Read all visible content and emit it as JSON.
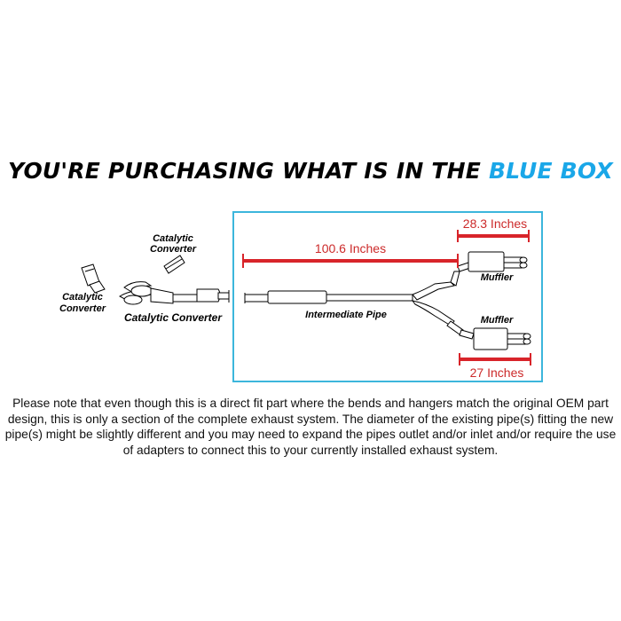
{
  "headline": {
    "prefix": "YOU'RE PURCHASING WHAT IS IN THE ",
    "highlight": "BLUE BOX"
  },
  "labels": {
    "cat_left": [
      "Catalytic",
      "Converter"
    ],
    "cat_top": [
      "Catalytic",
      "Converter"
    ],
    "cat_bottom": "Catalytic Converter",
    "intermediate_pipe": "Intermediate Pipe",
    "muffler_top": "Muffler",
    "muffler_bottom": "Muffler"
  },
  "dimensions": {
    "intermediate_length": "100.6 Inches",
    "muffler_top_length": "28.3 Inches",
    "muffler_bottom_length": "27 Inches"
  },
  "note": "Please note that even though this is a direct fit part where the bends and hangers match the original OEM part design, this is only a section of the complete exhaust system. The diameter of the existing pipe(s) fitting the new pipe(s) might be slightly different and you may need to expand the pipes outlet and/or inlet and/or require the use of adapters to connect this to your currently installed exhaust system.",
  "colors": {
    "highlight": "#1aa7e8",
    "box_border": "#3cb6dc",
    "dimension_line": "#d8242a"
  }
}
